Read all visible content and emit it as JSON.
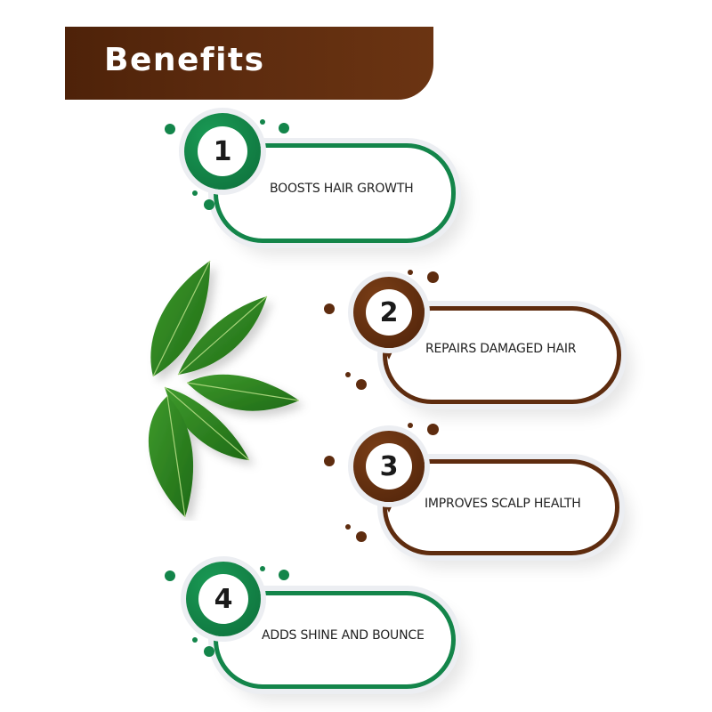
{
  "header": {
    "title": "Benefits"
  },
  "colors": {
    "green": "#13854a",
    "brown": "#5e2c0f",
    "banner": "#5a2a0d"
  },
  "benefits": [
    {
      "number": "1",
      "label": "BOOSTS HAIR GROWTH",
      "color": "green"
    },
    {
      "number": "2",
      "label": "REPAIRS DAMAGED HAIR",
      "color": "brown"
    },
    {
      "number": "3",
      "label": "IMPROVES SCALP HEALTH",
      "color": "brown"
    },
    {
      "number": "4",
      "label": "ADDS SHINE AND BOUNCE",
      "color": "green"
    }
  ],
  "decoration": {
    "image": "curry-leaves-icon"
  }
}
